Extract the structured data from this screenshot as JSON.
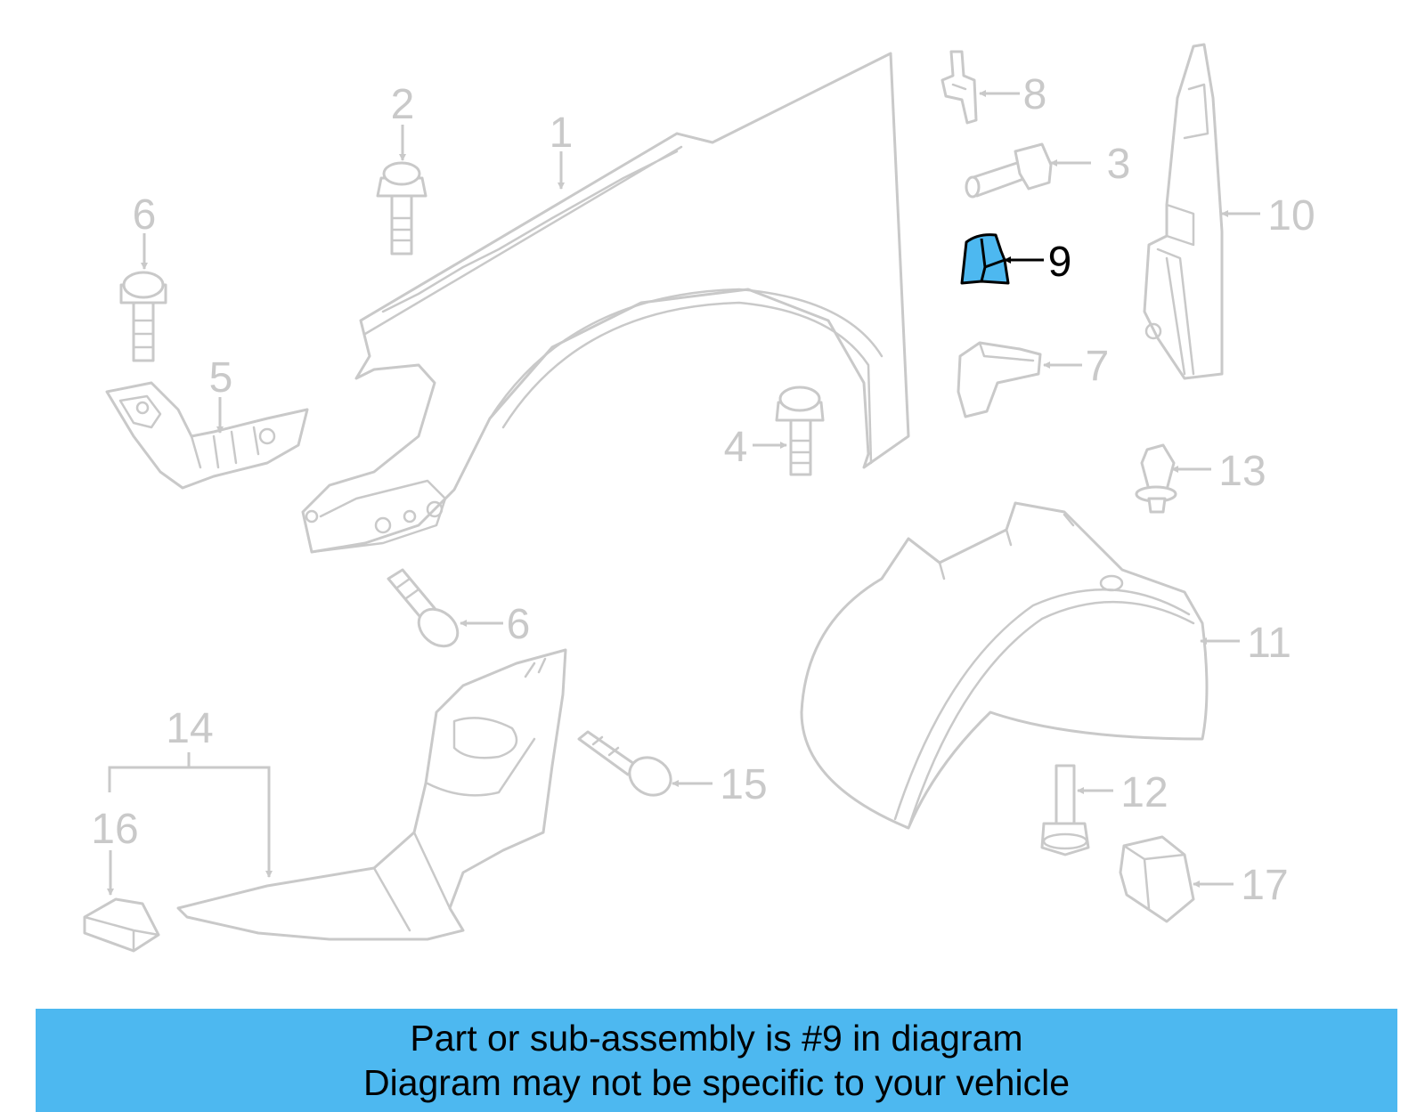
{
  "diagram": {
    "highlight_color": "#4db8f0",
    "callouts": [
      {
        "id": "1",
        "label": "1"
      },
      {
        "id": "2",
        "label": "2"
      },
      {
        "id": "3",
        "label": "3"
      },
      {
        "id": "4",
        "label": "4"
      },
      {
        "id": "5",
        "label": "5"
      },
      {
        "id": "6a",
        "label": "6"
      },
      {
        "id": "6b",
        "label": "6"
      },
      {
        "id": "7",
        "label": "7"
      },
      {
        "id": "8",
        "label": "8"
      },
      {
        "id": "9",
        "label": "9",
        "highlighted": true
      },
      {
        "id": "10",
        "label": "10"
      },
      {
        "id": "11",
        "label": "11"
      },
      {
        "id": "12",
        "label": "12"
      },
      {
        "id": "13",
        "label": "13"
      },
      {
        "id": "14",
        "label": "14"
      },
      {
        "id": "15",
        "label": "15"
      },
      {
        "id": "16",
        "label": "16"
      },
      {
        "id": "17",
        "label": "17"
      }
    ]
  },
  "banner": {
    "line1": "Part or sub-assembly is #9 in diagram",
    "line2": "Diagram may not be specific to your vehicle",
    "background": "#4db8f0"
  }
}
